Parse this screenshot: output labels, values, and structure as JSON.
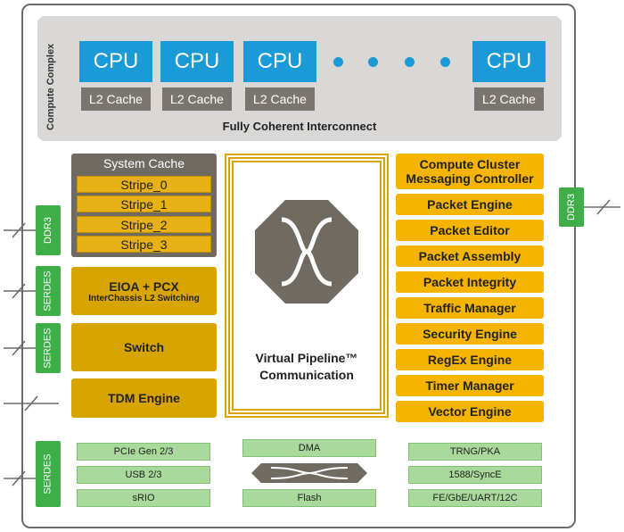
{
  "compute_complex": {
    "label": "Compute Complex",
    "cpu_label": "CPU",
    "l2_label": "L2 Cache",
    "interconnect": "Fully Coherent Interconnect"
  },
  "system_cache": {
    "title": "System Cache",
    "stripes": [
      "Stripe_0",
      "Stripe_1",
      "Stripe_2",
      "Stripe_3"
    ]
  },
  "left_blocks": {
    "eioa_title": "EIOA + PCX",
    "eioa_subtitle": "InterChassis L2 Switching",
    "switch": "Switch",
    "tdm": "TDM Engine"
  },
  "pipeline": {
    "line1": "Virtual Pipeline™",
    "line2": "Communication"
  },
  "right_blocks": [
    "Compute Cluster Messaging Controller",
    "Packet Engine",
    "Packet Editor",
    "Packet Assembly",
    "Packet Integrity",
    "Traffic Manager",
    "Security Engine",
    "RegEx Engine",
    "Timer Manager",
    "Vector Engine"
  ],
  "interfaces": {
    "ddr3_left": "DDR3",
    "ddr3_right": "DDR3",
    "serdes": "SERDES"
  },
  "peripherals": {
    "left": [
      "PCIe Gen 2/3",
      "USB 2/3",
      "sRIO"
    ],
    "center_top": "DMA",
    "center_bottom": "Flash",
    "right": [
      "TRNG/PKA",
      "1588/SyncE",
      "FE/GbE/UART/12C"
    ]
  },
  "colors": {
    "cpu_blue": "#1a9ad6",
    "l2_gray": "#7a766f",
    "block_gold": "#d8a400",
    "block_orange": "#f5b400",
    "interface_green": "#3fae49",
    "peripheral_green": "#a9d99b",
    "crossbar_gray": "#6f6b63"
  }
}
